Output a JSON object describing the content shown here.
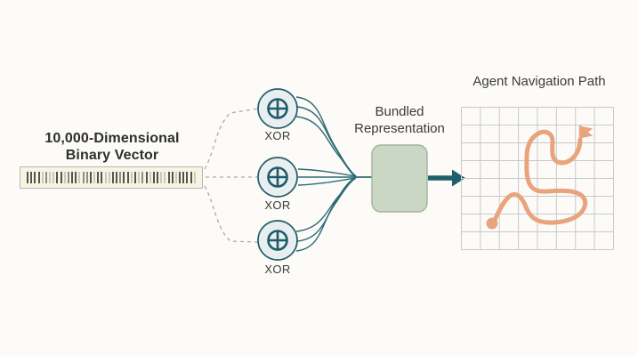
{
  "colors": {
    "background": "#fcfbf8",
    "ink": "#2e2e2e",
    "teal": "#1e6069",
    "wire": "#2c6a74",
    "node_fill": "#e9eef0",
    "node_border": "#265f6a",
    "glyph": "#1d5c68",
    "box_fill": "#cbd7c5",
    "box_border": "#a3b29b",
    "orange": "#e9a47e",
    "grid_line": "#c9c9c9",
    "dashed": "#a9a9a9",
    "barcode_bg": "#f7f4e4",
    "barcode_border": "#b9b7ac",
    "bar_dark": "#55534d",
    "bar_mid": "#8f8d85",
    "bar_light": "#ccc9ba"
  },
  "binary_vector": {
    "title_line1": "10,000-Dimensional",
    "title_line2": "Binary Vector",
    "barcode_pattern": "DDDDlmllDDlmDDlmmDlDDllDDmDDlDlmDlDDllDDlDDDDl"
  },
  "xor_nodes": [
    {
      "label": "XOR",
      "icon": "xor-circle-plus-icon"
    },
    {
      "label": "XOR",
      "icon": "xor-circle-plus-icon"
    },
    {
      "label": "XOR",
      "icon": "xor-circle-plus-icon"
    }
  ],
  "bundled_representation": {
    "label_line1": "Bundled",
    "label_line2": "Representation"
  },
  "navigation": {
    "title": "Agent Navigation Path",
    "grid": {
      "columns": 8,
      "rows": 8
    },
    "path": {
      "start_marker": "dot",
      "end_marker": "flag"
    }
  }
}
